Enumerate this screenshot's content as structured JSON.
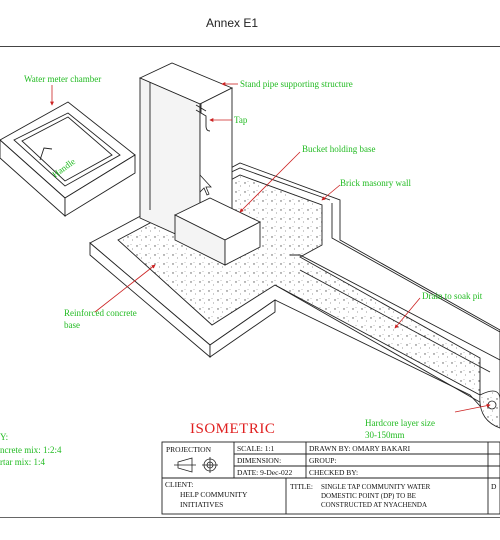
{
  "header": {
    "annex": "Annex E1"
  },
  "labels": {
    "water_meter_chamber": "Water meter chamber",
    "handle": "Handle",
    "stand_pipe": "Stand pipe supporting structure",
    "tap": "Tap",
    "bucket_base": "Bucket holding base",
    "brick_wall": "Brick masonry wall",
    "drain": "Drain to soak pit",
    "reinforced_1": "Reinforced concrete",
    "reinforced_2": "base",
    "hardcore_1": "Hardcore layer size",
    "hardcore_2": "30-150mm"
  },
  "notes": {
    "line1": "Y:",
    "line2": "ncrete mix: 1:2:4",
    "line3": "rtar mix: 1:4"
  },
  "title": "ISOMETRIC",
  "title_block": {
    "projection": "PROJECTION",
    "scale": "SCALE: 1:1",
    "dimension": "DIMENSION:",
    "date": "DATE: 9-Dec-022",
    "drawn_by": "DRAWN BY: OMARY BAKARI",
    "group": "GROUP:",
    "checked_by": "CHECKED BY:",
    "client_label": "CLIENT:",
    "client_1": "HELP COMMUNITY",
    "client_2": "INITIATIVES",
    "title_label": "TITLE:",
    "title_1": "SINGLE TAP COMMUNITY  WATER",
    "title_2": "DOMESTIC POINT (DP) TO BE",
    "title_3": "CONSTRUCTED AT NYACHENDA",
    "cut_d": "D"
  },
  "colors": {
    "label": "#22bb22",
    "title": "#e02020",
    "line": "#222222"
  }
}
